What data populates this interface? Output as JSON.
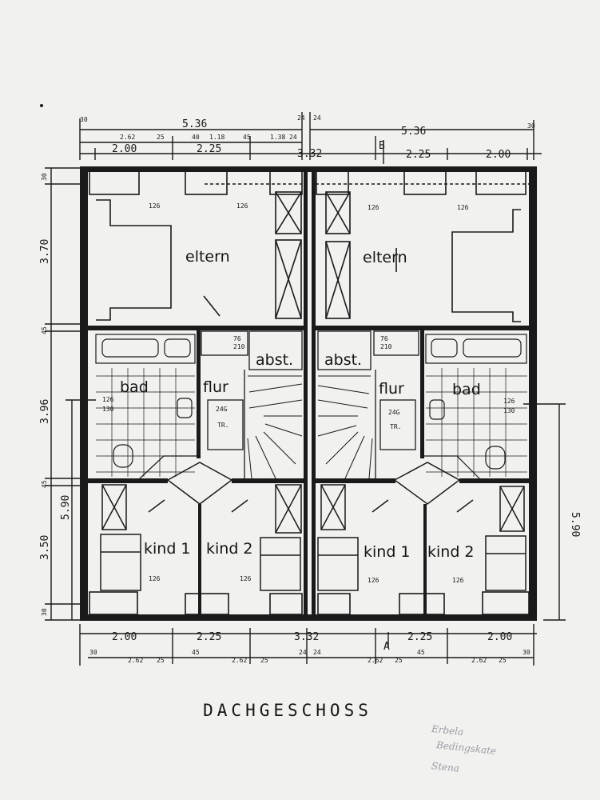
{
  "title": "DACHGESCHOSS",
  "rooms": {
    "left_eltern": "eltern",
    "right_eltern": "eltern",
    "left_bad": "bad",
    "right_bad": "bad",
    "left_flur": "flur",
    "right_flur": "flur",
    "left_abst": "abst.",
    "right_abst": "abst.",
    "left_kind1": "kind 1",
    "left_kind2": "kind 2",
    "right_kind1": "kind 1",
    "right_kind2": "kind 2",
    "left_tr": "TR.",
    "right_tr": "TR."
  },
  "dimensions": {
    "top_total_left": "5.36",
    "top_total_right": "5.36",
    "top_wall_left": "30",
    "top_wall_right": "30",
    "top_mid_wall": "24",
    "top_mid_wall_b": "24",
    "top_sub": [
      "2.62",
      "25",
      "40",
      "1.18",
      "45",
      "1.38",
      "24"
    ],
    "top_row_left": [
      "2.00",
      "2.25",
      "3.32"
    ],
    "top_row_right": [
      "2.25",
      "2.00"
    ],
    "section_mark": "B",
    "left_vertical": [
      "30",
      "3.70",
      "45",
      "3.96",
      "45",
      "3.50",
      "30"
    ],
    "left_total": "5.90",
    "right_total": "5.90",
    "bottom_row": [
      "2.00",
      "2.25",
      "3.32",
      "2.25",
      "2.00"
    ],
    "bottom_sub": [
      "30",
      "2.62",
      "25",
      "45",
      "2.62",
      "25",
      "24",
      "24",
      "2.62",
      "25",
      "45",
      "2.62",
      "25",
      "30"
    ],
    "section_mark_bottom": "A",
    "bed_marks": [
      "126",
      "126",
      "126",
      "126",
      "126",
      "126",
      "126",
      "126"
    ],
    "bath_window": [
      "126",
      "130"
    ],
    "door_marks": [
      "76",
      "210",
      "76",
      "210"
    ],
    "hatch": "24G"
  },
  "handwritten_note": [
    "Erbela",
    "Bedingskate",
    "Stena"
  ]
}
